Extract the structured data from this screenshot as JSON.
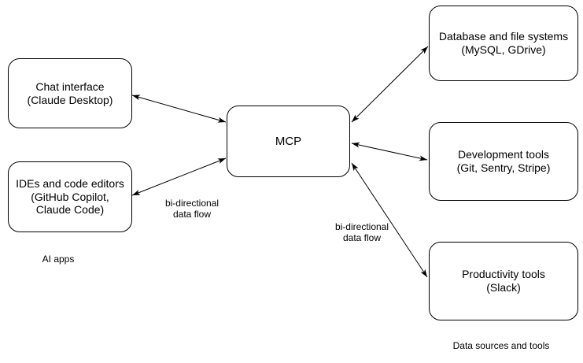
{
  "diagram": {
    "nodes": {
      "chat": {
        "label": "Chat interface\n(Claude Desktop)"
      },
      "ides": {
        "label": "IDEs and code editors\n(GitHub Copilot,\nClaude Code)"
      },
      "mcp": {
        "label": "MCP"
      },
      "database": {
        "label": "Database and file systems\n(MySQL, GDrive)"
      },
      "devtools": {
        "label": "Development tools\n(Git, Sentry, Stripe)"
      },
      "productivity": {
        "label": "Productivity tools\n(Slack)"
      }
    },
    "edge_labels": {
      "left": "bi-directional\ndata flow",
      "right": "bi-directional\ndata flow"
    },
    "group_labels": {
      "ai_apps": "AI apps",
      "data_sources": "Data sources and tools"
    },
    "edges": [
      {
        "from": "chat",
        "to": "mcp",
        "style": "double-arrow"
      },
      {
        "from": "ides",
        "to": "mcp",
        "style": "double-arrow"
      },
      {
        "from": "mcp",
        "to": "database",
        "style": "double-arrow"
      },
      {
        "from": "mcp",
        "to": "devtools",
        "style": "double-arrow"
      },
      {
        "from": "mcp",
        "to": "productivity",
        "style": "double-arrow"
      }
    ],
    "colors": {
      "stroke": "#000000",
      "fill": "#ffffff",
      "text": "#000000",
      "background": "#ffffff"
    }
  }
}
